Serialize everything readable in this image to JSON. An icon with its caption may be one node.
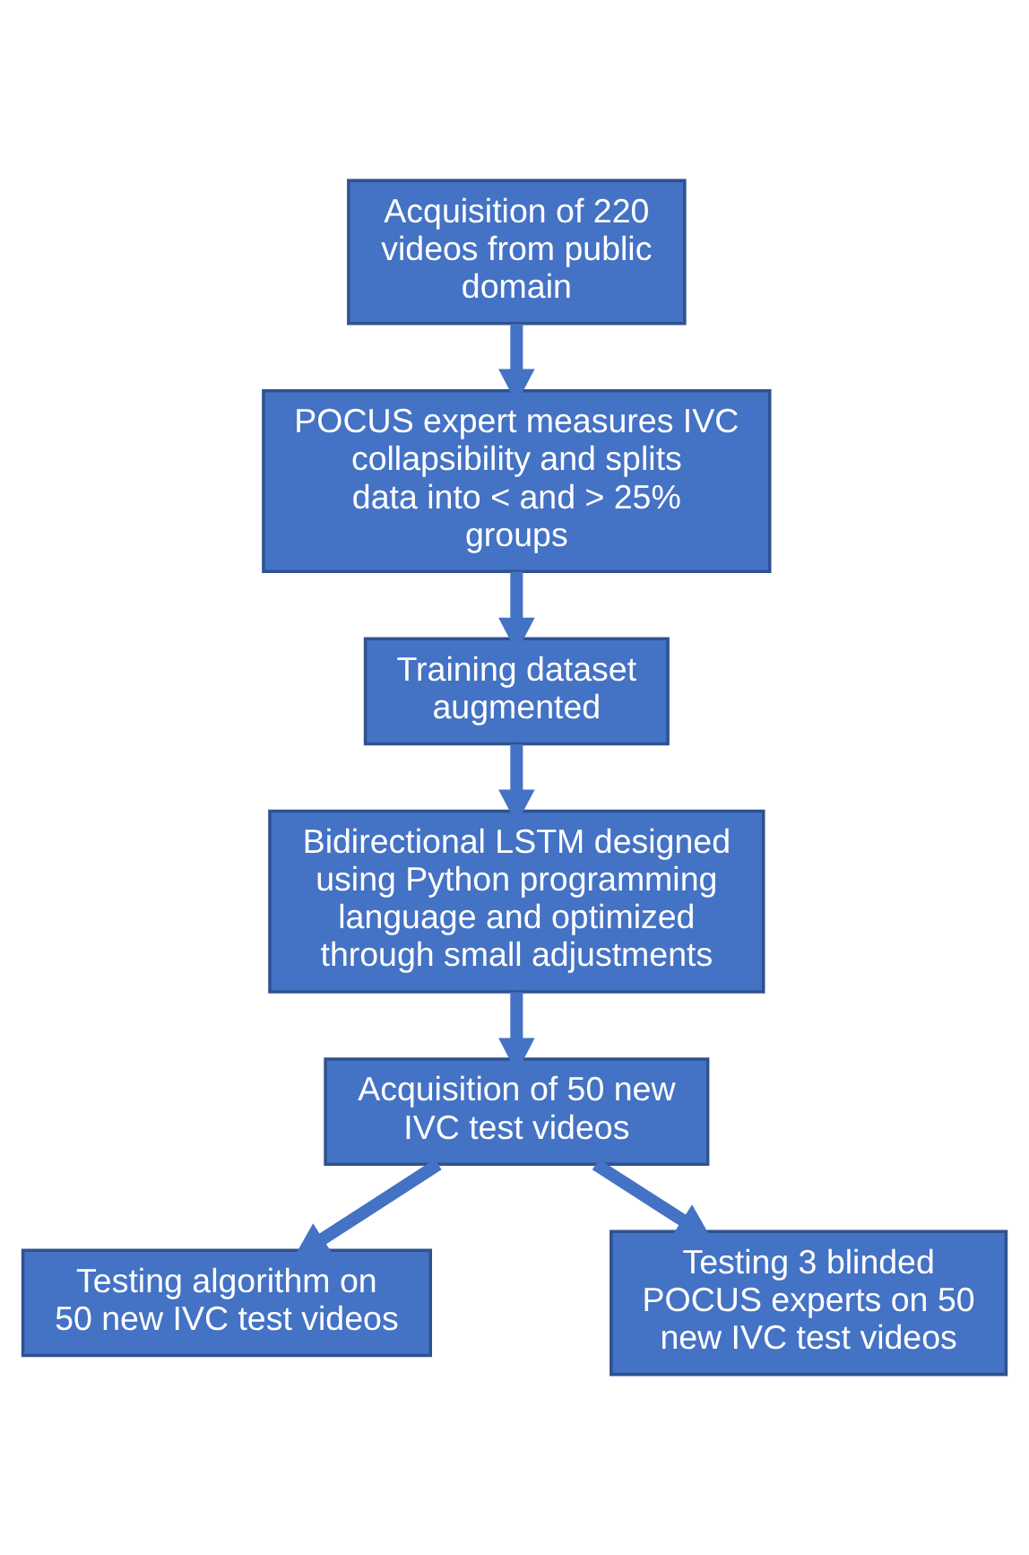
{
  "diagram": {
    "nodes": [
      {
        "text": [
          "Acquisition of 220 videos from public domain"
        ]
      },
      {
        "text": [
          "POCUS expert measures IVC collapsibility and splits data into < and > 25% groups"
        ]
      },
      {
        "text": [
          "Training dataset augmented"
        ]
      },
      {
        "text": [
          "Bidirectional LSTM designed using Python programming language and optimized through small adjustments"
        ]
      },
      {
        "text": [
          "Acquisition of 50 new IVC test videos"
        ]
      },
      {
        "text": [
          "Testing algorithm on 50 new IVC test videos"
        ]
      },
      {
        "text": [
          "Testing 3 blinded POCUS experts on 50 new IVC test videos"
        ]
      }
    ],
    "edges": [
      {
        "from": 0,
        "to": 1,
        "arrow": "to"
      },
      {
        "from": 1,
        "to": 2,
        "arrow": "to"
      },
      {
        "from": 2,
        "to": 3,
        "arrow": "to"
      },
      {
        "from": 3,
        "to": 4,
        "arrow": "to"
      },
      {
        "from": 4,
        "to": 5,
        "arrow": "to"
      },
      {
        "from": 4,
        "to": 6,
        "arrow": "to"
      }
    ]
  }
}
